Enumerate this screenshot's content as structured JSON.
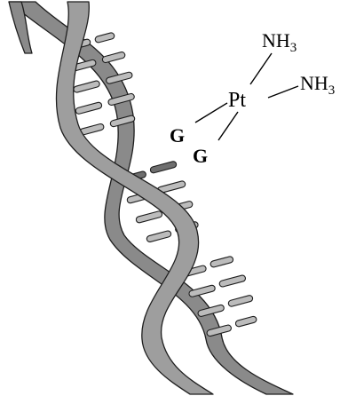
{
  "diagram": {
    "platinum": "Pt",
    "ligand_upper_prefix": "NH",
    "ligand_upper_sub": "3",
    "ligand_right_prefix": "NH",
    "ligand_right_sub": "3",
    "guanine_upper": "G",
    "guanine_lower": "G"
  },
  "colors": {
    "strand": "#9e9e9e",
    "strand_back": "#8a8a8a",
    "base_pair": "#bcbcbc",
    "outline": "#1e1e1e"
  }
}
